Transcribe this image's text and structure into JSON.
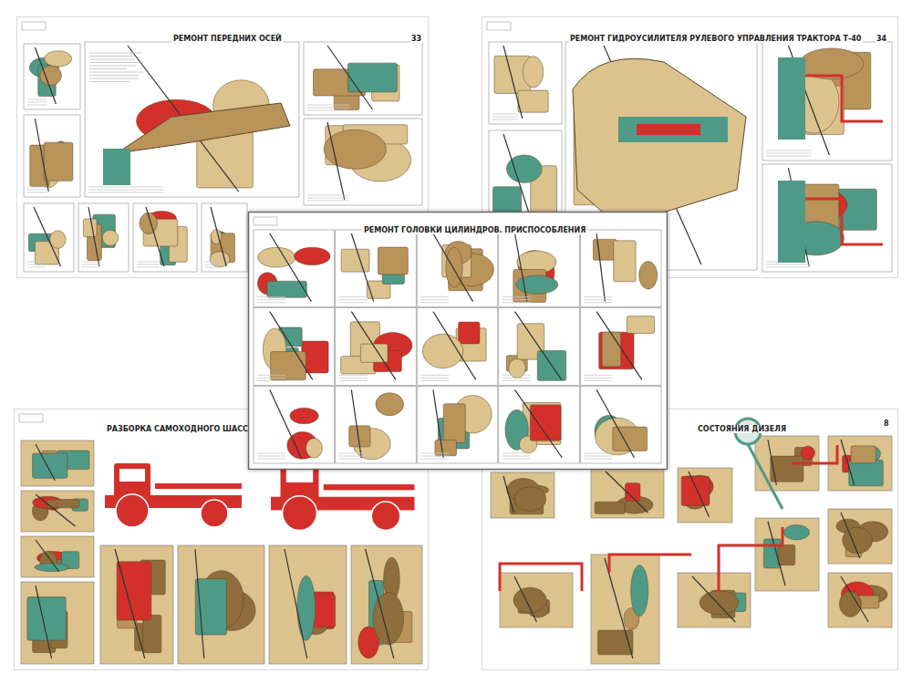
{
  "diagram": {
    "nodes": [
      {
        "text": [
          "РЕМОНТ ПЕРЕДНИХ ОСЕЙ"
        ]
      },
      {
        "text": [
          "РЕМОНТ ГИДРОУСИЛИТЕЛЯ РУЛЕВОГО УПРАВЛЕНИЯ ТРАКТОРА Т-40"
        ]
      },
      {
        "text": [
          "РЕМОНТ ГОЛОВКИ ЦИЛИНДРОВ. ПРИСПОСОБЛЕНИЯ"
        ]
      },
      {
        "text": [
          "РАЗБОРКА САМОХОДНОГО ШАССИ"
        ]
      },
      {
        "text": [
          "СОСТОЯНИЯ ДИЗЕЛЯ"
        ]
      }
    ],
    "labels": [
      "33",
      "34",
      "8"
    ]
  }
}
